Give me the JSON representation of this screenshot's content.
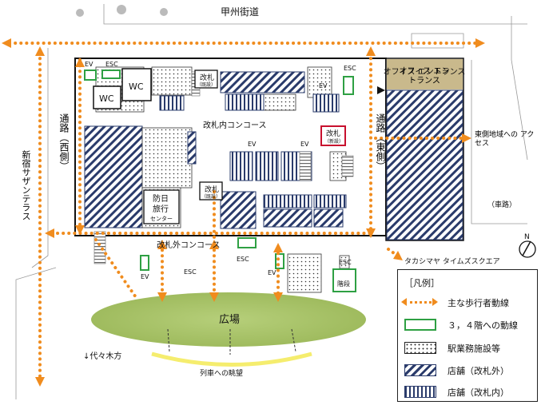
{
  "map": {
    "streets": {
      "top": "甲州街道",
      "left_terrace": "新宿サザンテラス",
      "west_passage": "通路（西側）",
      "east_passage": "通路（東側）",
      "car_road": "（車路）",
      "to_yoyogi": "↓代々木方",
      "train_view": "列車への眺望",
      "east_access": "東側地域への アクセス",
      "takashimaya": "タカシマヤ タイムズスクエア"
    },
    "labels": {
      "office_entrance": "オフィス エントランス",
      "concourse_inside": "改札内コンコース",
      "concourse_outside": "改札外コンコース",
      "plaza": "広場",
      "wc": "WC",
      "wc2": "WC",
      "ticket_gate": "改札",
      "gate_existing": "（既設）",
      "gate_new": "（新設）",
      "travel_center_1": "防日",
      "travel_center_2": "旅行",
      "travel_center_3": "センター",
      "ev": "EV",
      "esc": "ESC",
      "stairs": "階段",
      "north": "N"
    }
  },
  "legend": {
    "title": "［凡例］",
    "items": [
      {
        "key": "route",
        "label": "主な歩行者動線"
      },
      {
        "key": "floor34",
        "label": "３，４階への動線"
      },
      {
        "key": "station",
        "label": "駅業務施設等"
      },
      {
        "key": "outside",
        "label": "店舗（改札外）"
      },
      {
        "key": "inside",
        "label": "店舗（改札内）"
      }
    ]
  },
  "colors": {
    "route": "#f08c1e",
    "floor34": "#2ea043",
    "shop_pattern": "#2a3b6b",
    "gate_new_border": "#c8102e",
    "plaza_fill": "#a9c46a",
    "office_fill": "#c9b98c"
  }
}
